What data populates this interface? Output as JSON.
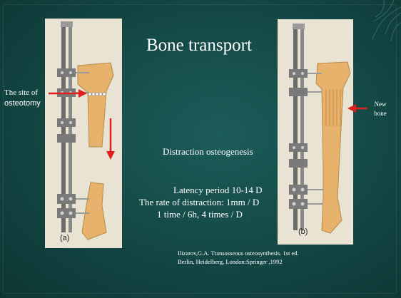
{
  "slide": {
    "title": "Bone transport",
    "subtitle": "Distraction osteogenesis",
    "protocol": [
      "Latency period 10-14 D",
      "The rate of distraction: 1mm / D",
      "1 time / 6h, 4 times / D"
    ],
    "annotations": {
      "osteotomy_line1": "The site of",
      "osteotomy_line2": "osteotomy",
      "new_bone": "New bone"
    },
    "figures": {
      "a_label": "(a)",
      "b_label": "(b)"
    },
    "reference": [
      "Ilizarov,G.A. Transosseous  osteosynthesis. 1st ed.",
      "Berlin, Heidelberg, London:Springer ,1992"
    ]
  },
  "colors": {
    "background": "#134744",
    "bone": "#e7b26b",
    "fixator": "#6c6c6c",
    "arrow": "#e0201e",
    "panel": "#e9e3d3",
    "text": "#ffffff"
  }
}
